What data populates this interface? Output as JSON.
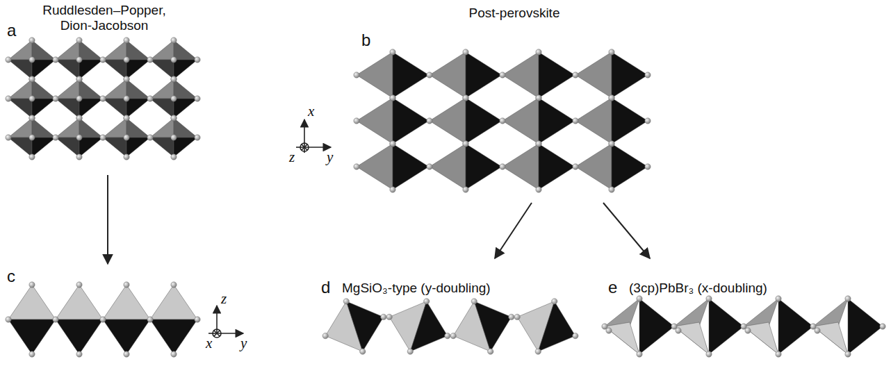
{
  "diagram": {
    "labels": [
      "Ruddlesden–Popper, Dion-Jacobson",
      "a",
      "Post-perovskite",
      "b",
      "x",
      "y",
      "z",
      "c",
      "z",
      "x",
      "y",
      "d",
      "MgSiO₃-type (y-doubling)",
      "e",
      "(3cp)PbBr₃ (x-doubling)"
    ]
  }
}
